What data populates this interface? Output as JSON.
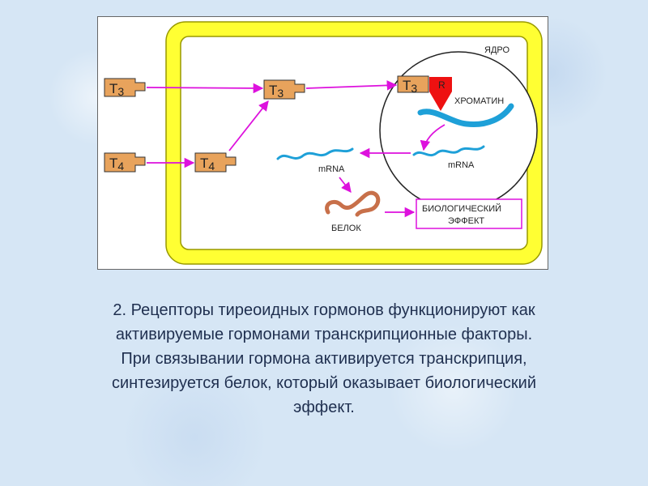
{
  "diagram": {
    "nucleus_label": "ЯДРО",
    "chromatin_label": "ХРОМАТИН",
    "receptor_label": "R",
    "t3": "T",
    "t3_sub": "3",
    "t4": "T",
    "t4_sub": "4",
    "mrna_label": "mRNA",
    "protein_label": "БЕЛОК",
    "effect_line1": "БИОЛОГИЧЕСКИЙ",
    "effect_line2": "ЭФФЕКТ",
    "colors": {
      "cell_membrane": "#ffff33",
      "membrane_border": "#999900",
      "hormone_box": "#e8a35c",
      "receptor": "#ee1111",
      "arrow": "#dd11dd",
      "dna": "#1ea0d8",
      "protein": "#c8704a"
    }
  },
  "caption": {
    "line1": "2. Рецепторы тиреоидных гормонов функционируют как",
    "line2": "активируемые гормонами транскрипционные факторы.",
    "line3": "При связывании гормона активируется транскрипция,",
    "line4": "синтезируется белок, который оказывает биологический",
    "line5": "эффект."
  }
}
